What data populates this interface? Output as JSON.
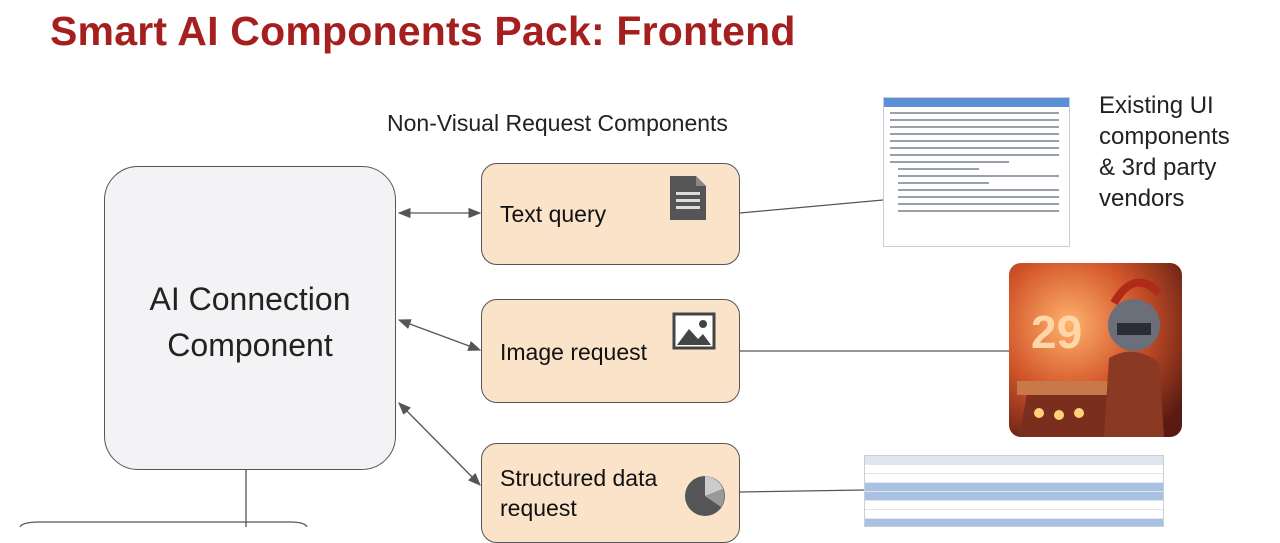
{
  "title": "Smart AI Components Pack: Frontend",
  "section_label": "Non-Visual Request Components",
  "main_component": {
    "line1": "AI Connection",
    "line2": "Component"
  },
  "requests": {
    "text": {
      "label": "Text query",
      "icon": "document-icon"
    },
    "image": {
      "label": "Image request",
      "icon": "image-icon"
    },
    "structured": {
      "label_line1": "Structured data",
      "label_line2": "request",
      "icon": "pie-chart-icon"
    }
  },
  "legend": "Existing UI\ncomponents\n& 3rd party\nvendors",
  "colors": {
    "title": "#a61f1f",
    "request_fill": "#fbe3c9",
    "main_fill": "#f3f3f5"
  }
}
